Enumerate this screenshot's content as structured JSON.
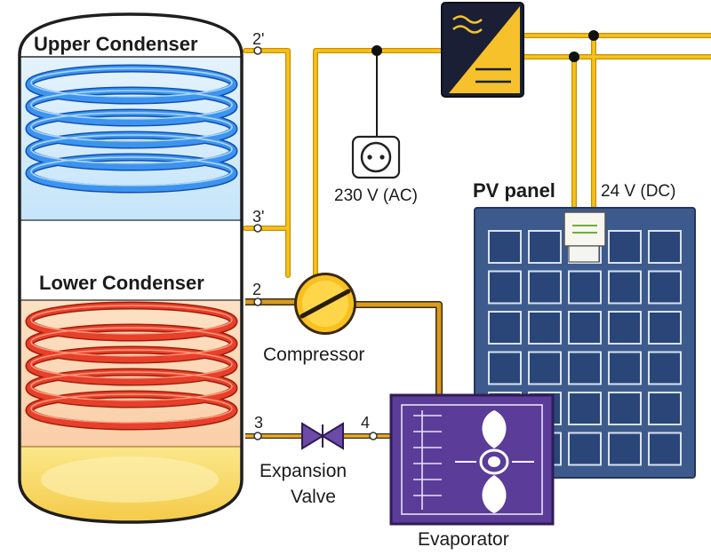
{
  "labels": {
    "upper_condenser": "Upper Condenser",
    "lower_condenser": "Lower Condenser",
    "compressor": "Compressor",
    "expansion_valve_line1": "Expansion",
    "expansion_valve_line2": "Valve",
    "evaporator": "Evaporator",
    "pv_panel": "PV panel",
    "dc_voltage": "24 V (DC)",
    "ac_voltage": "230 V (AC)"
  },
  "points": {
    "p2prime": "2'",
    "p3prime": "3'",
    "p2": "2",
    "p3": "3",
    "p4": "4"
  },
  "colors": {
    "upper_coil": "#2f7fe0",
    "lower_coil": "#e33a1f",
    "wire": "#f4b400",
    "refrigerant_pipe": "#d99a1e",
    "evaporator": "#5b3c98",
    "pv_frame": "#3d5a8c",
    "pv_cell": "#2f4d80",
    "inverter": "#1a1f36",
    "inverter_accent": "#f6c12a"
  },
  "icons": {
    "inverter": "inverter-icon",
    "socket": "power-socket-icon",
    "valve": "expansion-valve-icon",
    "fan": "fan-icon"
  }
}
